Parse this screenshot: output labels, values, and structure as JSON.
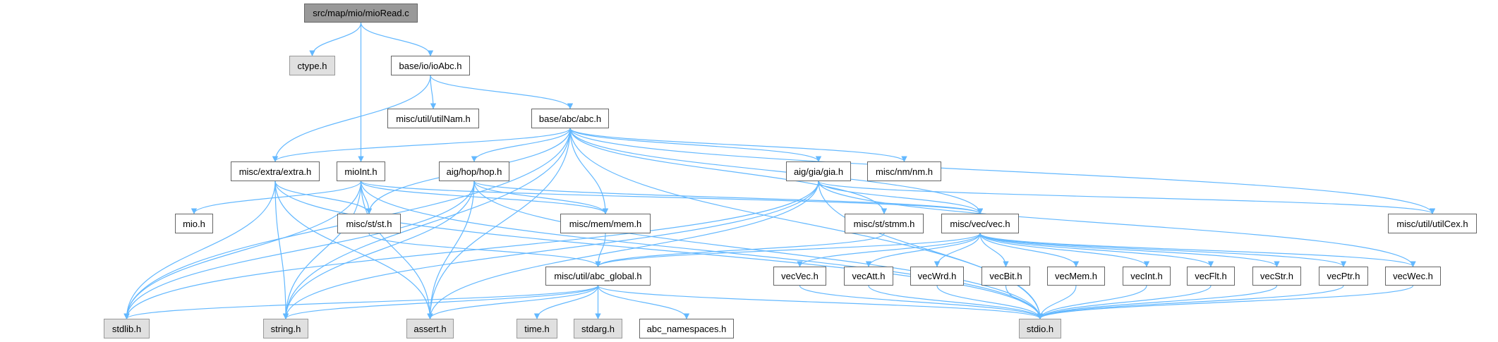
{
  "graph": {
    "edge_color": "#63b8ff",
    "nodes": [
      {
        "id": "root",
        "label": "src/map/mio/mioRead.c",
        "kind": "root"
      },
      {
        "id": "ctype",
        "label": "ctype.h",
        "kind": "sys"
      },
      {
        "id": "ioAbc",
        "label": "base/io/ioAbc.h",
        "kind": "file"
      },
      {
        "id": "utilNam",
        "label": "misc/util/utilNam.h",
        "kind": "file"
      },
      {
        "id": "abc",
        "label": "base/abc/abc.h",
        "kind": "file"
      },
      {
        "id": "extra",
        "label": "misc/extra/extra.h",
        "kind": "file"
      },
      {
        "id": "mioInt",
        "label": "mioInt.h",
        "kind": "file"
      },
      {
        "id": "hop",
        "label": "aig/hop/hop.h",
        "kind": "file"
      },
      {
        "id": "gia",
        "label": "aig/gia/gia.h",
        "kind": "file"
      },
      {
        "id": "nm",
        "label": "misc/nm/nm.h",
        "kind": "file"
      },
      {
        "id": "mio",
        "label": "mio.h",
        "kind": "file"
      },
      {
        "id": "st",
        "label": "misc/st/st.h",
        "kind": "file"
      },
      {
        "id": "mem",
        "label": "misc/mem/mem.h",
        "kind": "file"
      },
      {
        "id": "stmm",
        "label": "misc/st/stmm.h",
        "kind": "file"
      },
      {
        "id": "vec",
        "label": "misc/vec/vec.h",
        "kind": "file"
      },
      {
        "id": "utilCex",
        "label": "misc/util/utilCex.h",
        "kind": "file"
      },
      {
        "id": "abc_global",
        "label": "misc/util/abc_global.h",
        "kind": "file"
      },
      {
        "id": "vecVec",
        "label": "vecVec.h",
        "kind": "file"
      },
      {
        "id": "vecAtt",
        "label": "vecAtt.h",
        "kind": "file"
      },
      {
        "id": "vecWrd",
        "label": "vecWrd.h",
        "kind": "file"
      },
      {
        "id": "vecBit",
        "label": "vecBit.h",
        "kind": "file"
      },
      {
        "id": "vecMem",
        "label": "vecMem.h",
        "kind": "file"
      },
      {
        "id": "vecInt",
        "label": "vecInt.h",
        "kind": "file"
      },
      {
        "id": "vecFlt",
        "label": "vecFlt.h",
        "kind": "file"
      },
      {
        "id": "vecStr",
        "label": "vecStr.h",
        "kind": "file"
      },
      {
        "id": "vecPtr",
        "label": "vecPtr.h",
        "kind": "file"
      },
      {
        "id": "vecWec",
        "label": "vecWec.h",
        "kind": "file"
      },
      {
        "id": "stdlib",
        "label": "stdlib.h",
        "kind": "sys"
      },
      {
        "id": "string",
        "label": "string.h",
        "kind": "sys"
      },
      {
        "id": "assert",
        "label": "assert.h",
        "kind": "sys"
      },
      {
        "id": "time",
        "label": "time.h",
        "kind": "sys"
      },
      {
        "id": "stdarg",
        "label": "stdarg.h",
        "kind": "sys"
      },
      {
        "id": "abc_namespaces",
        "label": "abc_namespaces.h",
        "kind": "file"
      },
      {
        "id": "stdio",
        "label": "stdio.h",
        "kind": "sys"
      }
    ],
    "edges": [
      [
        "root",
        "ctype"
      ],
      [
        "root",
        "ioAbc"
      ],
      [
        "root",
        "mioInt"
      ],
      [
        "ioAbc",
        "extra"
      ],
      [
        "ioAbc",
        "utilNam"
      ],
      [
        "ioAbc",
        "abc"
      ],
      [
        "abc",
        "stdlib"
      ],
      [
        "abc",
        "string"
      ],
      [
        "abc",
        "extra"
      ],
      [
        "abc",
        "st"
      ],
      [
        "abc",
        "hop"
      ],
      [
        "abc",
        "assert"
      ],
      [
        "abc",
        "mem"
      ],
      [
        "abc",
        "stmm"
      ],
      [
        "abc",
        "vec"
      ],
      [
        "abc",
        "gia"
      ],
      [
        "abc",
        "nm"
      ],
      [
        "abc",
        "utilCex"
      ],
      [
        "abc",
        "stdio"
      ],
      [
        "extra",
        "stdlib"
      ],
      [
        "extra",
        "string"
      ],
      [
        "extra",
        "st"
      ],
      [
        "extra",
        "stdio"
      ],
      [
        "extra",
        "assert"
      ],
      [
        "mioInt",
        "mio"
      ],
      [
        "mioInt",
        "st"
      ],
      [
        "mioInt",
        "mem"
      ],
      [
        "mioInt",
        "vec"
      ],
      [
        "mioInt",
        "stdlib"
      ],
      [
        "mioInt",
        "string"
      ],
      [
        "mioInt",
        "assert"
      ],
      [
        "mioInt",
        "stdio"
      ],
      [
        "hop",
        "stdlib"
      ],
      [
        "hop",
        "string"
      ],
      [
        "hop",
        "assert"
      ],
      [
        "hop",
        "vec"
      ],
      [
        "hop",
        "mem"
      ],
      [
        "hop",
        "stdio"
      ],
      [
        "gia",
        "vec"
      ],
      [
        "gia",
        "utilCex"
      ],
      [
        "gia",
        "stdlib"
      ],
      [
        "gia",
        "assert"
      ],
      [
        "gia",
        "stdio"
      ],
      [
        "gia",
        "vecWec"
      ],
      [
        "gia",
        "string"
      ],
      [
        "st",
        "abc_global"
      ],
      [
        "mem",
        "abc_global"
      ],
      [
        "stmm",
        "abc_global"
      ],
      [
        "vec",
        "abc_global"
      ],
      [
        "vec",
        "vecVec"
      ],
      [
        "vec",
        "vecAtt"
      ],
      [
        "vec",
        "vecWrd"
      ],
      [
        "vec",
        "vecBit"
      ],
      [
        "vec",
        "vecMem"
      ],
      [
        "vec",
        "vecInt"
      ],
      [
        "vec",
        "vecFlt"
      ],
      [
        "vec",
        "vecStr"
      ],
      [
        "vec",
        "vecPtr"
      ],
      [
        "vec",
        "vecWec"
      ],
      [
        "abc_global",
        "stdlib"
      ],
      [
        "abc_global",
        "string"
      ],
      [
        "abc_global",
        "assert"
      ],
      [
        "abc_global",
        "time"
      ],
      [
        "abc_global",
        "stdarg"
      ],
      [
        "abc_global",
        "abc_namespaces"
      ],
      [
        "abc_global",
        "stdio"
      ],
      [
        "vecVec",
        "stdio"
      ],
      [
        "vecAtt",
        "stdio"
      ],
      [
        "vecWrd",
        "stdio"
      ],
      [
        "vecBit",
        "stdio"
      ],
      [
        "vecMem",
        "stdio"
      ],
      [
        "vecInt",
        "stdio"
      ],
      [
        "vecFlt",
        "stdio"
      ],
      [
        "vecStr",
        "stdio"
      ],
      [
        "vecPtr",
        "stdio"
      ],
      [
        "vecWec",
        "stdio"
      ]
    ]
  }
}
